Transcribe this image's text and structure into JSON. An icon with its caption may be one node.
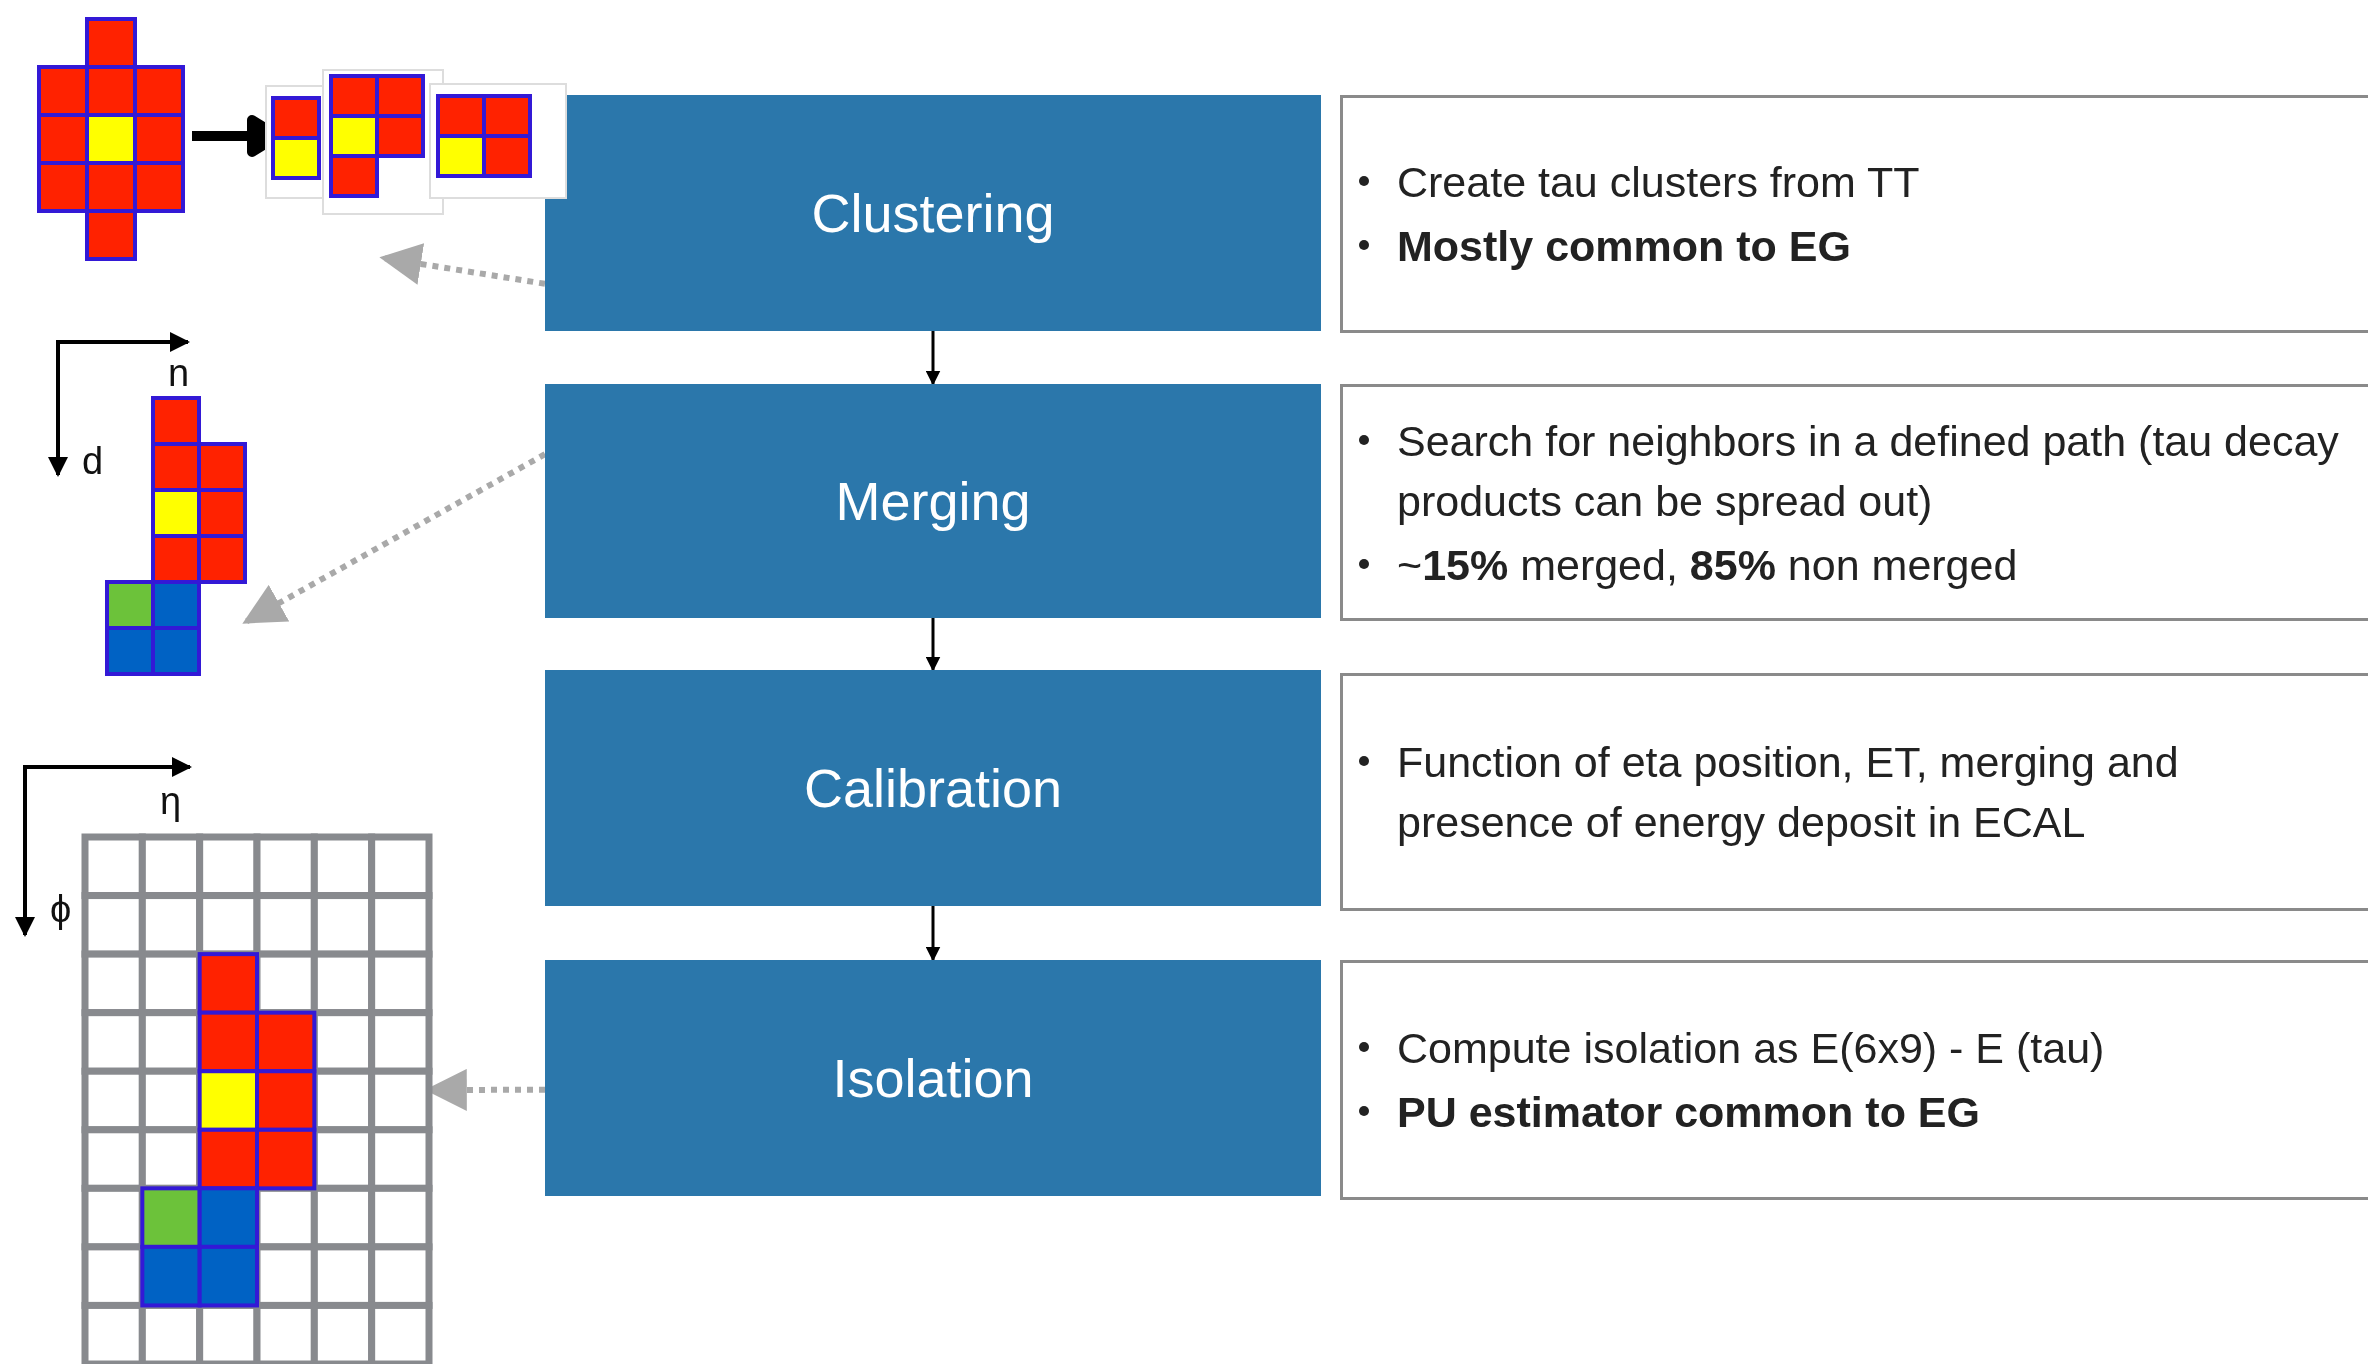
{
  "diagram": {
    "nodes": [
      {
        "text": [
          "Clustering"
        ]
      },
      {
        "text": [
          "Create tau clusters from TT",
          "Mostly common to EG"
        ]
      },
      {
        "text": [
          "Merging"
        ]
      },
      {
        "text": [
          "Search for neighbors in a defined path (tau decay products can be spread out)",
          "~**15%** merged, **85%** non merged"
        ]
      },
      {
        "text": [
          "Calibration"
        ]
      },
      {
        "text": [
          "Function of eta position, ET, merging and presence of energy deposit in ECAL"
        ]
      },
      {
        "text": [
          "Isolation"
        ]
      },
      {
        "text": [
          "Compute isolation as E(6x9) - E (tau)",
          "PU estimator common to EG"
        ]
      },
      {
        "text": [],
        "shape": "picture"
      },
      {
        "text": [],
        "shape": "picture"
      },
      {
        "text": [],
        "shape": "picture"
      }
    ],
    "edges": [
      {
        "from": 0,
        "to": 2,
        "arrow": "to"
      },
      {
        "from": 2,
        "to": 4,
        "arrow": "to"
      },
      {
        "from": 4,
        "to": 6,
        "arrow": "to"
      },
      {
        "from": 0,
        "to": 8,
        "arrow": "to",
        "style": "dashed",
        "color": "#a9a9a9"
      },
      {
        "from": 2,
        "to": 9,
        "arrow": "to",
        "style": "dashed",
        "color": "#a9a9a9"
      },
      {
        "from": 6,
        "to": 10,
        "arrow": "to",
        "style": "dashed",
        "color": "#a9a9a9"
      }
    ],
    "labels": [
      "n",
      "d",
      "η",
      "ϕ"
    ]
  }
}
